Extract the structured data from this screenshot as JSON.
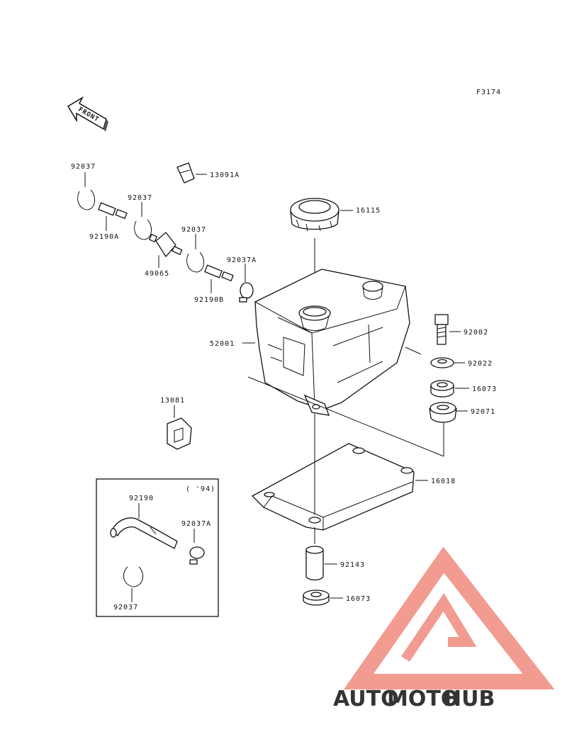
{
  "figure_code": "F3174",
  "front_label": "FRONT",
  "inset_label": "( '94)",
  "parts": {
    "p92037_a": "92037",
    "p92190A": "92190A",
    "p92037_b": "92037",
    "p49065": "49065",
    "p92037_c": "92037",
    "p92037A_a": "92037A",
    "p92190B": "92190B",
    "p13091A": "13091A",
    "p16115": "16115",
    "p52001": "52001",
    "p92002": "92002",
    "p92022": "92022",
    "p16073_a": "16073",
    "p92071": "92071",
    "p13081": "13081",
    "p16018": "16018",
    "p92143": "92143",
    "p16073_b": "16073",
    "p92190": "92190",
    "p92037A_b": "92037A",
    "p92037_d": "92037"
  },
  "watermark": {
    "word1": "AUTO",
    "word2": "MOTO",
    "word3": "HUB",
    "color1": "#f3b34a",
    "color2": "#f08a7e",
    "color3": "#4a4a4a"
  }
}
